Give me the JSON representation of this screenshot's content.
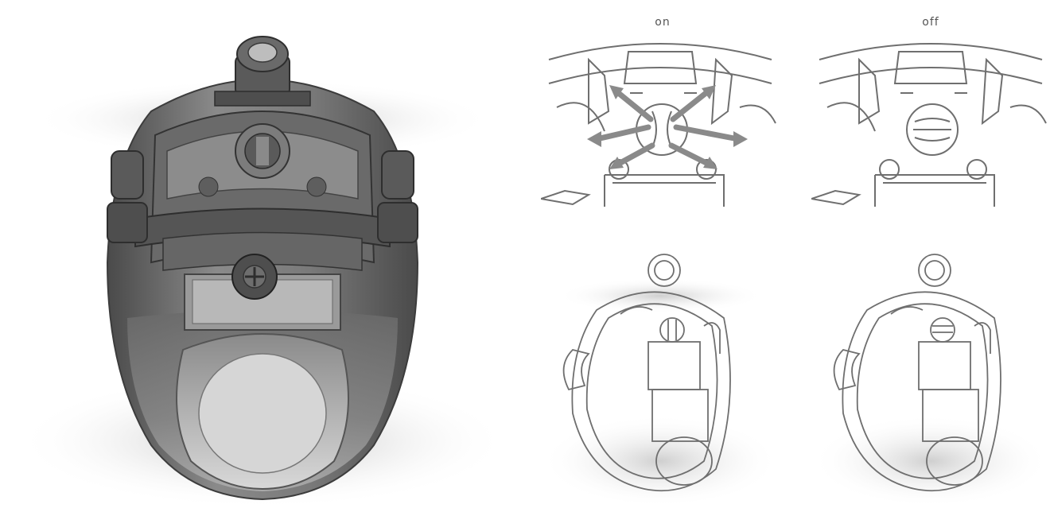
{
  "labels": {
    "on": "on",
    "off": "off"
  },
  "colors": {
    "helmet_dark": "#5a5a5a",
    "helmet_mid": "#7e7e7e",
    "helmet_light": "#b9b9b9",
    "line_art": "#6f6f6f",
    "arrow": "#8a8a8a",
    "shadow": "#cfcfcf"
  },
  "icons": {
    "main": "helmet-rear-view-illustration",
    "on_detail": "valve-on-detail-drawing",
    "off_detail": "valve-off-detail-drawing",
    "on_overview": "helmet-on-line-drawing",
    "off_overview": "helmet-off-line-drawing"
  }
}
